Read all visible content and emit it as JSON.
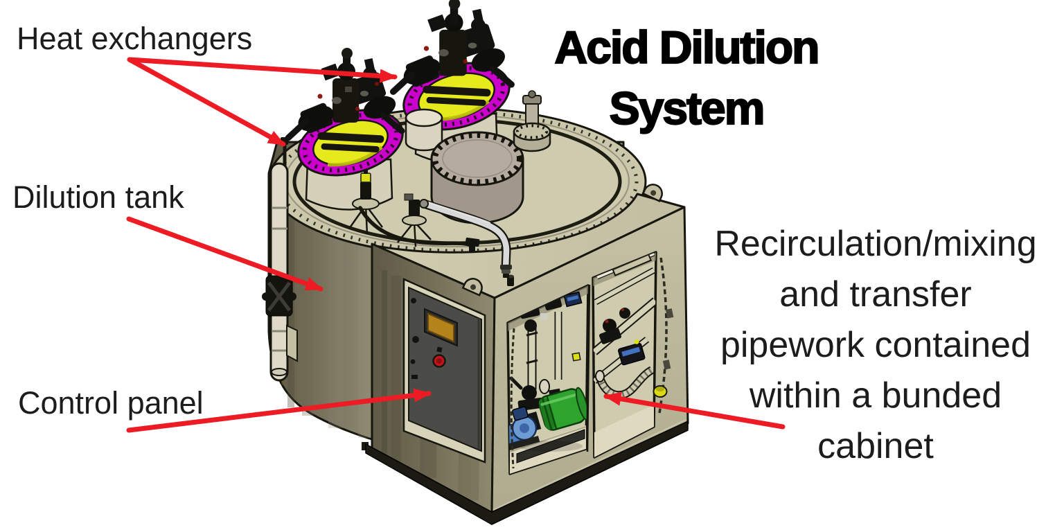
{
  "title": {
    "line1": "Acid Dilution",
    "line2": "System"
  },
  "labels": {
    "heat_exchangers": "Heat exchangers",
    "dilution_tank": "Dilution tank",
    "control_panel": "Control panel",
    "bunded_cabinet_lines": [
      "Recirculation/mixing",
      "and transfer",
      "pipework contained",
      "within a bunded",
      "cabinet"
    ]
  },
  "colors": {
    "arrow_red": "#ED1C24",
    "flange_magenta": "#CC00CC",
    "flange_yellow": "#E6E91C",
    "pump_green": "#2EA32E",
    "pump_blue": "#6D9BD4",
    "tank_beige": "#CBC7AB",
    "cabinet_olive": "#8D8970",
    "text_black": "#1A1A1A"
  }
}
